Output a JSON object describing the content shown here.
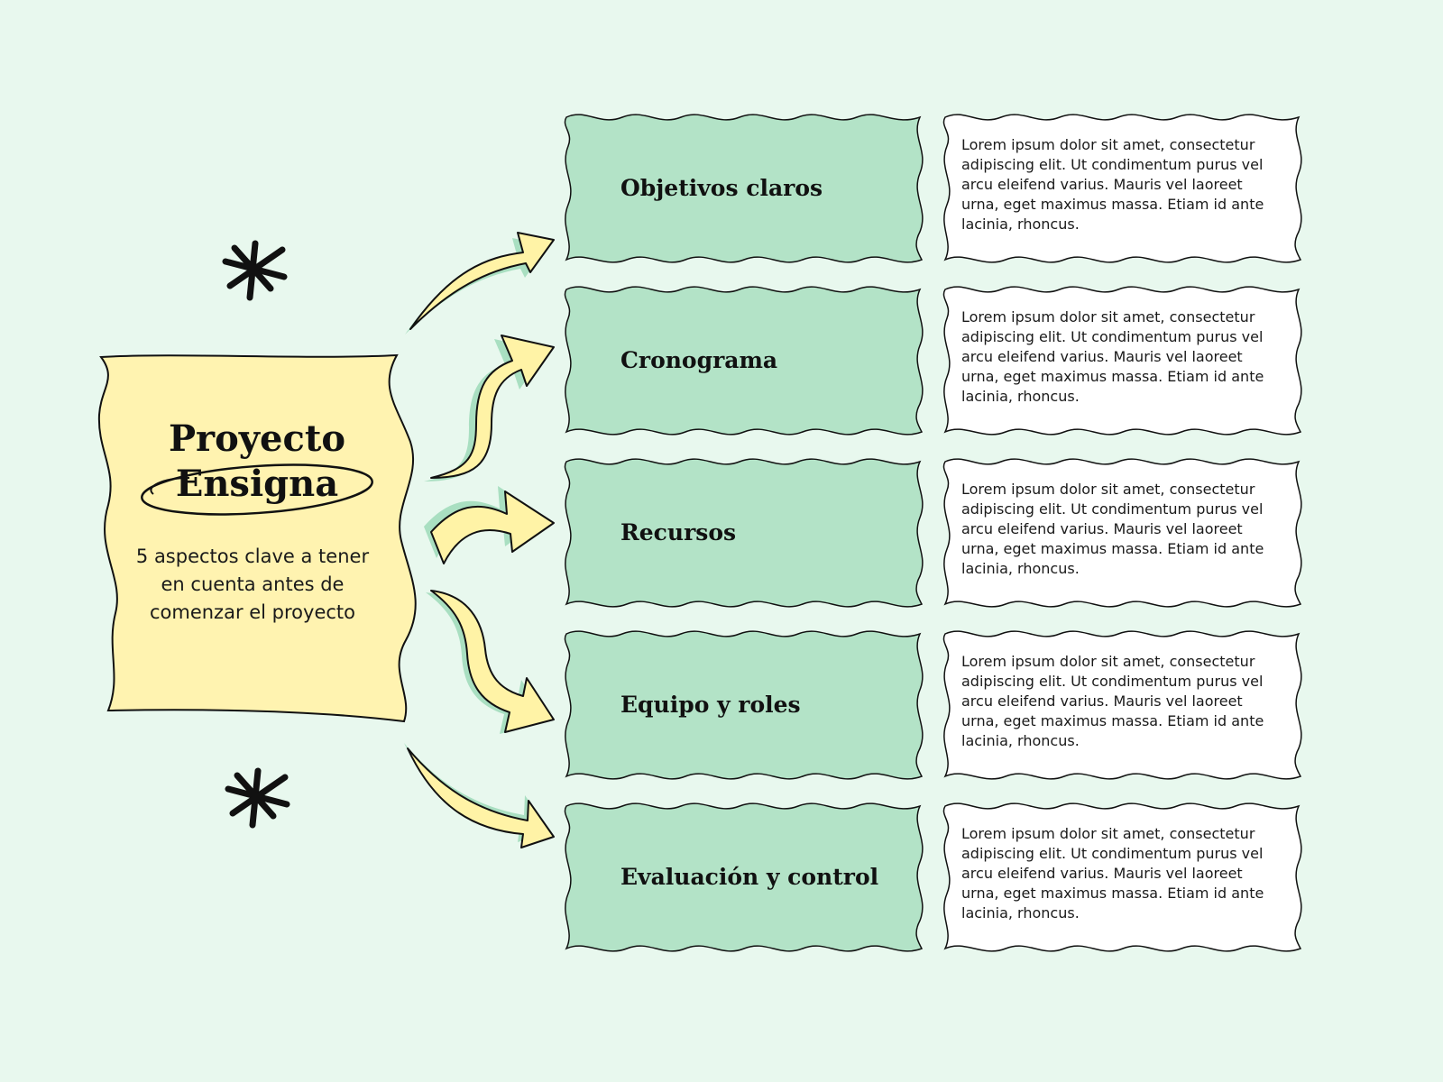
{
  "main": {
    "title_line1": "Proyecto",
    "title_line2": "Ensigna",
    "subtitle": "5 aspectos clave a tener en cuenta antes de comenzar el proyecto"
  },
  "aspects": [
    {
      "label": "Objetivos claros",
      "description": "Lorem ipsum dolor sit amet, consectetur adipiscing elit. Ut condimentum purus vel arcu eleifend varius. Mauris vel laoreet urna, eget maximus massa. Etiam id ante lacinia, rhoncus."
    },
    {
      "label": "Cronograma",
      "description": "Lorem ipsum dolor sit amet, consectetur adipiscing elit. Ut condimentum purus vel arcu eleifend varius. Mauris vel laoreet urna, eget maximus massa. Etiam id ante lacinia, rhoncus."
    },
    {
      "label": "Recursos",
      "description": "Lorem ipsum dolor sit amet, consectetur adipiscing elit. Ut condimentum purus vel arcu eleifend varius. Mauris vel laoreet urna, eget maximus massa. Etiam id ante lacinia, rhoncus."
    },
    {
      "label": "Equipo y roles",
      "description": "Lorem ipsum dolor sit amet, consectetur adipiscing elit. Ut condimentum purus vel arcu eleifend varius. Mauris vel laoreet urna, eget maximus massa. Etiam id ante lacinia, rhoncus."
    },
    {
      "label": "Evaluación y control",
      "description": "Lorem ipsum dolor sit amet, consectetur adipiscing elit. Ut condimentum purus vel arcu eleifend varius. Mauris vel laoreet urna, eget maximus massa. Etiam id ante lacinia, rhoncus."
    }
  ],
  "colors": {
    "background": "#e8f8ee",
    "main_card": "#fff3b0",
    "label_card": "#b3e3c7",
    "description_card": "#ffffff",
    "arrow_fill": "#fff3a6",
    "arrow_shadow": "#a9dfc1",
    "outline": "#111111"
  },
  "icons": [
    "asterisk-icon",
    "arrow-icon"
  ]
}
